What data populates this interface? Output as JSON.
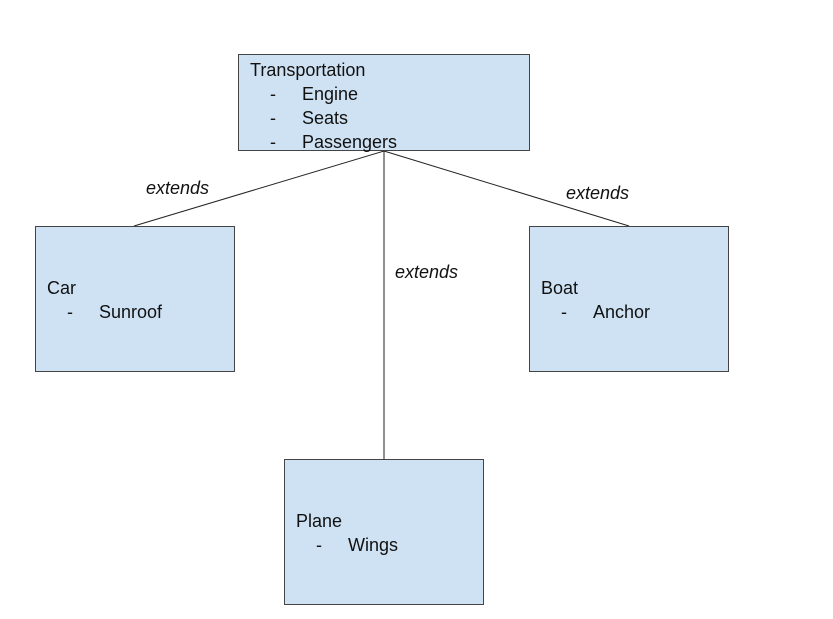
{
  "diagram": {
    "nodes": {
      "transportation": {
        "title": "Transportation",
        "attributes": [
          {
            "marker": "-",
            "label": "Engine"
          },
          {
            "marker": "-",
            "label": "Seats"
          },
          {
            "marker": "-",
            "label": "Passengers"
          }
        ]
      },
      "car": {
        "title": "Car",
        "attributes": [
          {
            "marker": "-",
            "label": "Sunroof"
          }
        ]
      },
      "boat": {
        "title": "Boat",
        "attributes": [
          {
            "marker": "-",
            "label": "Anchor"
          }
        ]
      },
      "plane": {
        "title": "Plane",
        "attributes": [
          {
            "marker": "-",
            "label": "Wings"
          }
        ]
      }
    },
    "edges": [
      {
        "from": "car",
        "to": "transportation",
        "label": "extends"
      },
      {
        "from": "plane",
        "to": "transportation",
        "label": "extends"
      },
      {
        "from": "boat",
        "to": "transportation",
        "label": "extends"
      }
    ],
    "colors": {
      "box_fill": "#cfe2f3",
      "box_border": "#444444",
      "line": "#222222",
      "text": "#111111"
    }
  }
}
